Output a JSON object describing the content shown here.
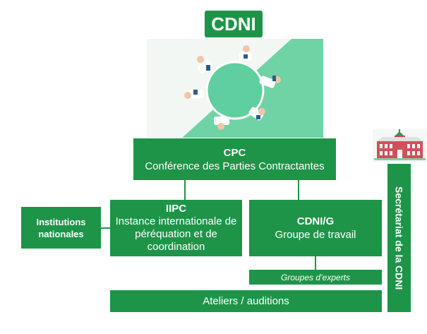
{
  "logo": {
    "text": "CDNI"
  },
  "cpc": {
    "title": "CPC",
    "subtitle": "Conférence des Parties Contractantes"
  },
  "iipc": {
    "title": "IIPC",
    "subtitle": "Instance internationale de péréquation et de coordination"
  },
  "institutions": {
    "label": "Institutions nationales"
  },
  "cdnig": {
    "title": "CDNI/G",
    "subtitle": "Groupe de travail"
  },
  "experts": {
    "label": "Groupes d’experts"
  },
  "ateliers": {
    "label": "Ateliers / auditions"
  },
  "secretariat": {
    "label": "Secrétariat de la CDNI"
  },
  "colors": {
    "primary_green": "#1e9448",
    "illustration_green": "#5fcf9f",
    "building_red": "#c9434d"
  },
  "icons": [
    "meeting-table-illustration",
    "building-icon"
  ]
}
